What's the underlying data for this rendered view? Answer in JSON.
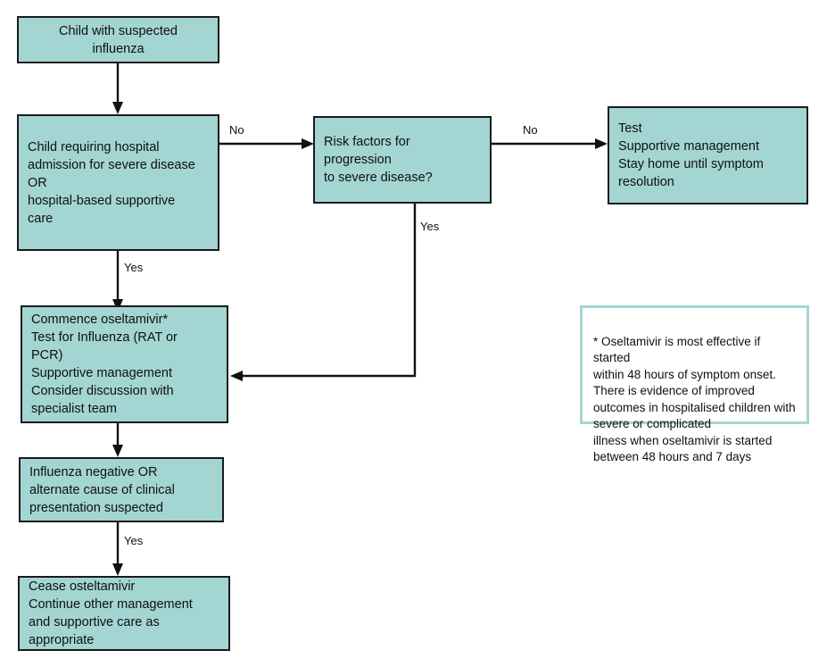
{
  "diagram": {
    "title": "Influenza management flowchart",
    "fill_color": "#a3d5d3",
    "border_color": "#1b1b1b",
    "note_border_color": "#a7d5d3",
    "background": "#ffffff"
  },
  "nodes": {
    "start": {
      "text": "Child with suspected\ninfluenza"
    },
    "admission": {
      "text": "Child requiring hospital\nadmission for severe disease\nOR\nhospital-based supportive\ncare"
    },
    "risk": {
      "text": "Risk factors for progression\nto severe disease?"
    },
    "test_home": {
      "text": "Test\nSupportive management\nStay home until symptom\nresolution"
    },
    "commence": {
      "text": "Commence oseltamivir*\nTest for Influenza (RAT or\nPCR)\nSupportive management\nConsider discussion with\nspecialist team"
    },
    "negative": {
      "text": "Influenza negative OR\nalternate cause of clinical\npresentation suspected"
    },
    "cease": {
      "text": "Cease osteltamivir\nContinue other management\nand supportive care as\nappropriate"
    }
  },
  "note": {
    "text": "* Oseltamivir is most effective if started\nwithin 48 hours of symptom onset.\nThere is evidence of improved\noutcomes in hospitalised children with\nsevere or complicated\nillness when oseltamivir is started\nbetween 48 hours and 7 days"
  },
  "edge_labels": {
    "admission_to_risk": "No",
    "admission_to_commence": "Yes",
    "risk_to_test_home": "No",
    "risk_to_commence": "Yes",
    "negative_to_cease": "Yes"
  }
}
